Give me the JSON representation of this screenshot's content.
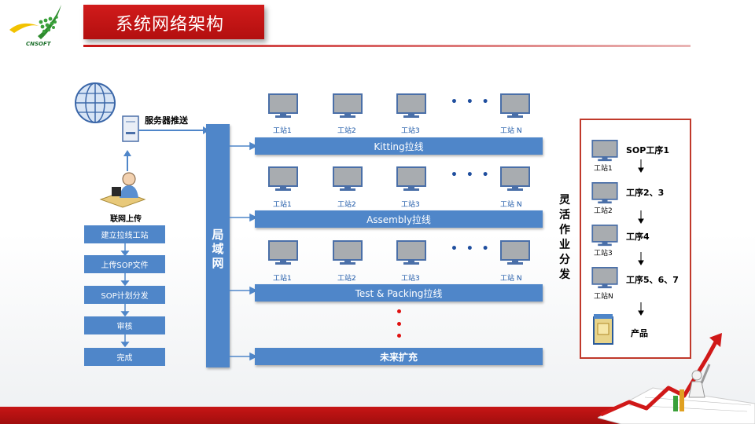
{
  "title": "系统网络架构",
  "logo": {
    "text": "CNSOFT"
  },
  "server_push_label": "服务器推送",
  "upload_label": "联网上传",
  "lan_label": "局域网",
  "steps": [
    "建立拉线工站",
    "上传SOP文件",
    "SOP计划分发",
    "审核",
    "完成"
  ],
  "line_groups": [
    {
      "line_name": "Kitting拉线",
      "stations": [
        "工站1",
        "工站2",
        "工站3",
        "工站 N"
      ]
    },
    {
      "line_name": "Assembly拉线",
      "stations": [
        "工站1",
        "工站2",
        "工站3",
        "工站 N"
      ]
    },
    {
      "line_name": "Test & Packing拉线",
      "stations": [
        "工站1",
        "工站2",
        "工站3",
        "工站 N"
      ]
    }
  ],
  "ellipsis": "• • •",
  "future_label": "未来扩充",
  "flex_label": "灵活作业分发",
  "flex_flow": [
    {
      "station": "工站1",
      "process": "SOP工序1"
    },
    {
      "station": "工站2",
      "process": "工序2、3"
    },
    {
      "station": "工站3",
      "process": "工序4"
    },
    {
      "station": "工站N",
      "process": "工序5、6、7"
    }
  ],
  "product_label": "产品",
  "icons": [
    "globe-icon",
    "server-icon",
    "user-workstation-icon",
    "monitor-icon",
    "product-box-icon",
    "rising-chart-icon"
  ],
  "colors": {
    "accent_red": "#c81414",
    "blue": "#4f86c9",
    "label_blue": "#1a56a6"
  }
}
